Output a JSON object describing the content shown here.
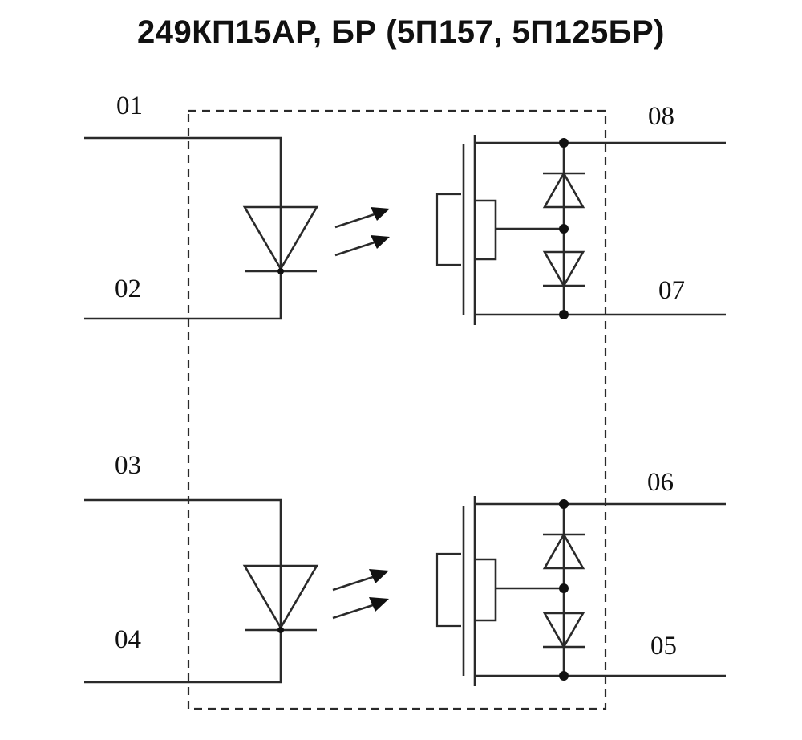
{
  "title": "249КП15АР, БР (5П157, 5П125БР)",
  "pins": {
    "p01": "01",
    "p02": "02",
    "p03": "03",
    "p04": "04",
    "p05": "05",
    "p06": "06",
    "p07": "07",
    "p08": "08"
  },
  "colors": {
    "line": "#2a2a2a",
    "text": "#111111",
    "background": "#ffffff"
  }
}
